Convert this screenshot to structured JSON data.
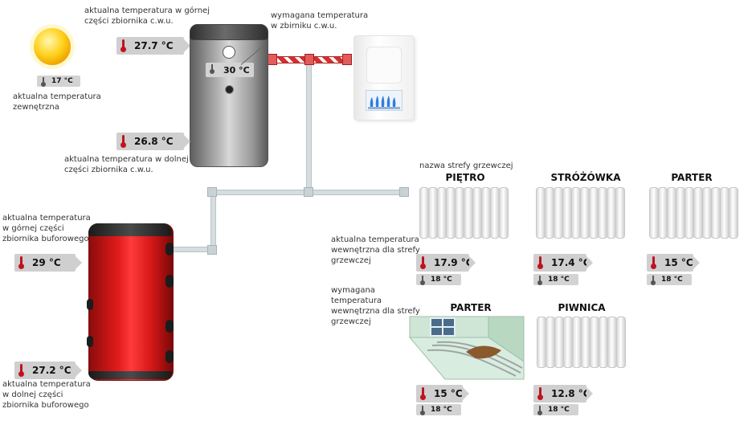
{
  "outdoor": {
    "temperature": "17 °C",
    "label": "aktualna temperatura zewnętrzna"
  },
  "dhw_tank": {
    "top_label": "aktualna temperatura w górnej części zbiornika c.w.u.",
    "top_temperature": "27.7 °C",
    "setpoint_label": "wymagana temperatura w zbirniku c.w.u.",
    "setpoint_temperature": "30 °C",
    "bottom_temperature": "26.8 °C",
    "bottom_label": "aktualna temperatura w dolnej części zbiornika c.w.u."
  },
  "buffer_tank": {
    "top_label": "aktualna temperatura w górnej części zbiornika buforowego",
    "top_temperature": "29 °C",
    "bottom_temperature": "27.2 °C",
    "bottom_label": "aktualna temperatura w dolnej części zbiornika buforowego"
  },
  "legend": {
    "zone_name": "nazwa strefy grzewczej",
    "actual_temp": "aktualna temperatura wewnętrzna dla strefy grzewczej",
    "required_temp": "wymagana temperatura wewnętrzna dla strefy grzewczej"
  },
  "zones": [
    {
      "name": "PIĘTRO",
      "actual": "17.9 °C",
      "required": "18 °C"
    },
    {
      "name": "STRÓŻÓWKA",
      "actual": "17.4 °C",
      "required": "18 °C"
    },
    {
      "name": "PARTER",
      "actual": "15 °C",
      "required": "18 °C"
    },
    {
      "name": "PARTER",
      "actual": "15 °C",
      "required": "18 °C"
    },
    {
      "name": "PIWNICA",
      "actual": "12.8 °C",
      "required": "18 °C"
    }
  ],
  "colors": {
    "alert_red": "#c1121f",
    "buffer_tank": "#e01818",
    "dhw_tank": "#8f8f8f",
    "badge_bg": "#cfcfcf"
  }
}
